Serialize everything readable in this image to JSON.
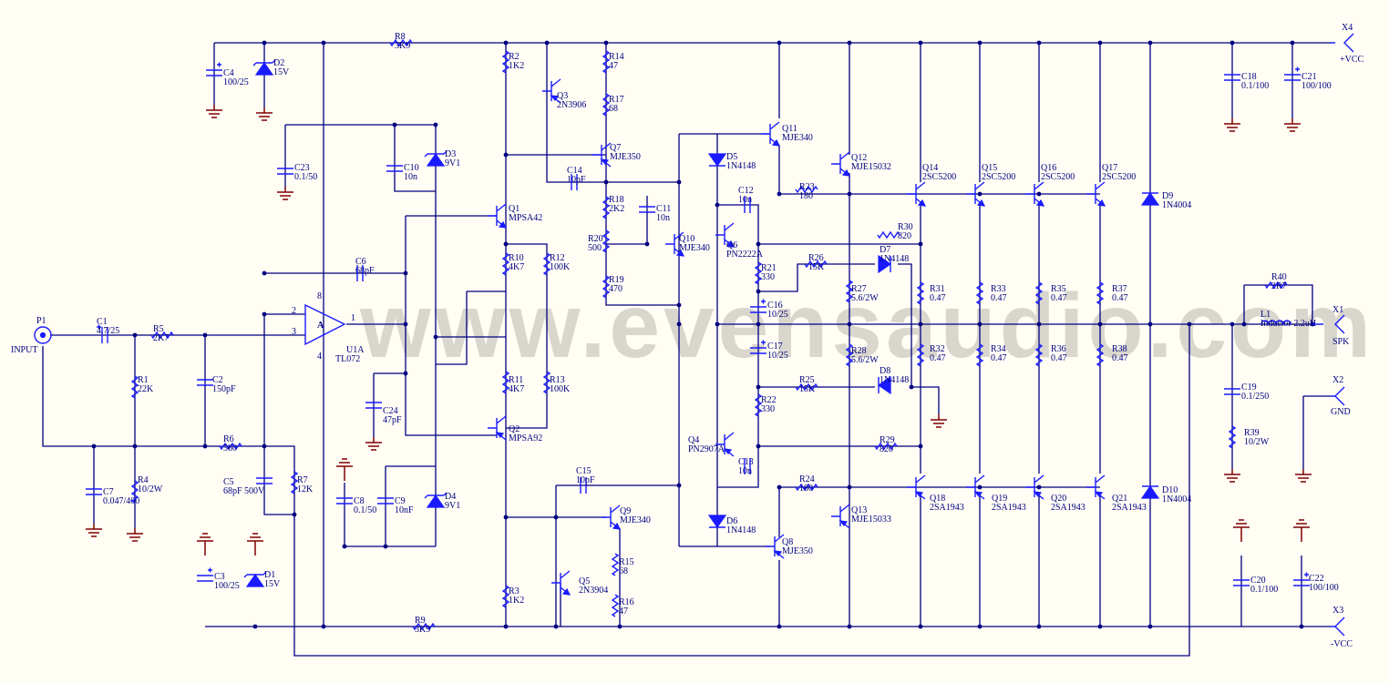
{
  "watermark": "www.evensaudio.com",
  "opamp": {
    "ref": "U1A",
    "value": "TL072",
    "section": "A",
    "pin_inv": "2",
    "pin_noninv": "3",
    "pin_out": "1",
    "pin_v_plus": "8",
    "pin_v_minus": "4"
  },
  "connectors": [
    {
      "ref": "P1",
      "label": "INPUT"
    },
    {
      "ref": "X1",
      "label": "SPK"
    },
    {
      "ref": "X2",
      "label": "GND"
    },
    {
      "ref": "X3",
      "label": "-VCC"
    },
    {
      "ref": "X4",
      "label": "+VCC"
    }
  ],
  "components": [
    {
      "ref": "C1",
      "value": "4.7/25"
    },
    {
      "ref": "R5",
      "value": "2K7"
    },
    {
      "ref": "R1",
      "value": "22K"
    },
    {
      "ref": "C2",
      "value": "150pF"
    },
    {
      "ref": "R6",
      "value": "560"
    },
    {
      "ref": "C7",
      "value": "0.047/400"
    },
    {
      "ref": "R4",
      "value": "10/2W"
    },
    {
      "ref": "C5",
      "value": "68pF 500V"
    },
    {
      "ref": "R7",
      "value": "12K"
    },
    {
      "ref": "C6",
      "value": "68pF"
    },
    {
      "ref": "C24",
      "value": "47pF"
    },
    {
      "ref": "R8",
      "value": "3K9"
    },
    {
      "ref": "C4",
      "value": "100/25"
    },
    {
      "ref": "D2",
      "value": "15V"
    },
    {
      "ref": "C23",
      "value": "0.1/50"
    },
    {
      "ref": "C10",
      "value": "10n"
    },
    {
      "ref": "D3",
      "value": "9V1"
    },
    {
      "ref": "C8",
      "value": "0.1/50"
    },
    {
      "ref": "C9",
      "value": "10nF"
    },
    {
      "ref": "D4",
      "value": "9V1"
    },
    {
      "ref": "C3",
      "value": "100/25"
    },
    {
      "ref": "D1",
      "value": "15V"
    },
    {
      "ref": "R9",
      "value": "3K9"
    },
    {
      "ref": "R2",
      "value": "1K2"
    },
    {
      "ref": "Q1",
      "value": "MPSA42"
    },
    {
      "ref": "R10",
      "value": "4K7"
    },
    {
      "ref": "R12",
      "value": "100K"
    },
    {
      "ref": "R11",
      "value": "4K7"
    },
    {
      "ref": "R13",
      "value": "100K"
    },
    {
      "ref": "Q2",
      "value": "MPSA92"
    },
    {
      "ref": "R3",
      "value": "1K2"
    },
    {
      "ref": "R14",
      "value": "47"
    },
    {
      "ref": "Q3",
      "value": "2N3906"
    },
    {
      "ref": "R17",
      "value": "68"
    },
    {
      "ref": "Q7",
      "value": "MJE350"
    },
    {
      "ref": "C14",
      "value": "10pF"
    },
    {
      "ref": "R18",
      "value": "2K2"
    },
    {
      "ref": "C11",
      "value": "10n"
    },
    {
      "ref": "R20",
      "value": "500"
    },
    {
      "ref": "R19",
      "value": "470"
    },
    {
      "ref": "Q10",
      "value": "MJE340"
    },
    {
      "ref": "C15",
      "value": "10pF"
    },
    {
      "ref": "Q9",
      "value": "MJE340"
    },
    {
      "ref": "R15",
      "value": "68"
    },
    {
      "ref": "Q5",
      "value": "2N3904"
    },
    {
      "ref": "R16",
      "value": "47"
    },
    {
      "ref": "Q11",
      "value": "MJE340"
    },
    {
      "ref": "D5",
      "value": "1N4148"
    },
    {
      "ref": "Q12",
      "value": "MJE15032"
    },
    {
      "ref": "R23",
      "value": "180"
    },
    {
      "ref": "C12",
      "value": "10n"
    },
    {
      "ref": "Q6",
      "value": "PN2222A"
    },
    {
      "ref": "R30",
      "value": "820"
    },
    {
      "ref": "R21",
      "value": "330"
    },
    {
      "ref": "R26",
      "value": "15K"
    },
    {
      "ref": "D7",
      "value": "1N4148"
    },
    {
      "ref": "C16",
      "value": "10/25"
    },
    {
      "ref": "R27",
      "value": "5.6/2W"
    },
    {
      "ref": "C17",
      "value": "10/25"
    },
    {
      "ref": "R28",
      "value": "5.6/2W"
    },
    {
      "ref": "R25",
      "value": "15K"
    },
    {
      "ref": "D8",
      "value": "1N4148"
    },
    {
      "ref": "R22",
      "value": "330"
    },
    {
      "ref": "Q4",
      "value": "PN2907A"
    },
    {
      "ref": "R29",
      "value": "820"
    },
    {
      "ref": "C13",
      "value": "10n"
    },
    {
      "ref": "R24",
      "value": "180"
    },
    {
      "ref": "D6",
      "value": "1N4148"
    },
    {
      "ref": "Q13",
      "value": "MJE15033"
    },
    {
      "ref": "Q8",
      "value": "MJE350"
    },
    {
      "ref": "Q14",
      "value": "2SC5200"
    },
    {
      "ref": "Q15",
      "value": "2SC5200"
    },
    {
      "ref": "Q16",
      "value": "2SC5200"
    },
    {
      "ref": "Q17",
      "value": "2SC5200"
    },
    {
      "ref": "R31",
      "value": "0.47"
    },
    {
      "ref": "R33",
      "value": "0.47"
    },
    {
      "ref": "R35",
      "value": "0.47"
    },
    {
      "ref": "R37",
      "value": "0.47"
    },
    {
      "ref": "R32",
      "value": "0.47"
    },
    {
      "ref": "R34",
      "value": "0.47"
    },
    {
      "ref": "R36",
      "value": "0.47"
    },
    {
      "ref": "R38",
      "value": "0.47"
    },
    {
      "ref": "Q18",
      "value": "2SA1943"
    },
    {
      "ref": "Q19",
      "value": "2SA1943"
    },
    {
      "ref": "Q20",
      "value": "2SA1943"
    },
    {
      "ref": "Q21",
      "value": "2SA1943"
    },
    {
      "ref": "D9",
      "value": "1N4004"
    },
    {
      "ref": "D10",
      "value": "1N4004"
    },
    {
      "ref": "C18",
      "value": "0.1/100"
    },
    {
      "ref": "C21",
      "value": "100/100"
    },
    {
      "ref": "R40",
      "value": "2R7"
    },
    {
      "ref": "L1",
      "value": "Inductor 2.2uH"
    },
    {
      "ref": "C19",
      "value": "0.1/250"
    },
    {
      "ref": "R39",
      "value": "10/2W"
    },
    {
      "ref": "C20",
      "value": "0.1/100"
    },
    {
      "ref": "C22",
      "value": "100/100"
    }
  ]
}
